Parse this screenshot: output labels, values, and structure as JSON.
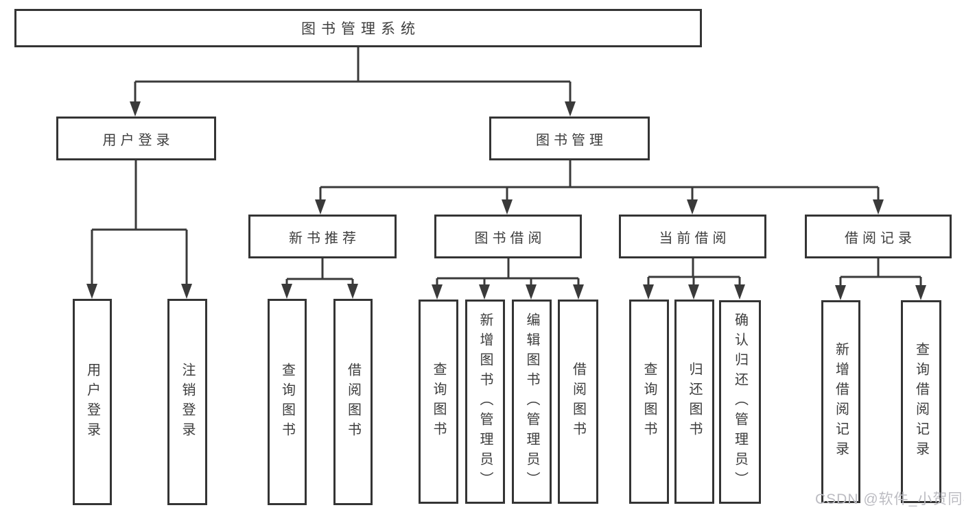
{
  "system": {
    "label": "图书管理系统"
  },
  "modules": [
    {
      "label": "用户登录",
      "functions": [
        {
          "label": "用户登录"
        },
        {
          "label": "注销登录"
        }
      ]
    },
    {
      "label": "图书管理",
      "submodules": [
        {
          "label": "新书推荐",
          "functions": [
            {
              "label": "查询图书"
            },
            {
              "label": "借阅图书"
            }
          ]
        },
        {
          "label": "图书借阅",
          "functions": [
            {
              "label": "查询图书"
            },
            {
              "label": "新增图书（管理员）"
            },
            {
              "label": "编辑图书（管理员）"
            },
            {
              "label": "借阅图书"
            }
          ]
        },
        {
          "label": "当前借阅",
          "functions": [
            {
              "label": "查询图书"
            },
            {
              "label": "归还图书"
            },
            {
              "label": "确认归还（管理员）"
            }
          ]
        },
        {
          "label": "借阅记录",
          "functions": [
            {
              "label": "新增借阅记录"
            },
            {
              "label": "查询借阅记录"
            }
          ]
        }
      ]
    }
  ],
  "watermark": {
    "text": "CSDN @软件_小贺同学"
  },
  "colors": {
    "line": "#3a3a3a",
    "box_border": "#343434",
    "text": "#3d3d3d",
    "watermark": "#bcbcc2",
    "background": "#ffffff"
  }
}
